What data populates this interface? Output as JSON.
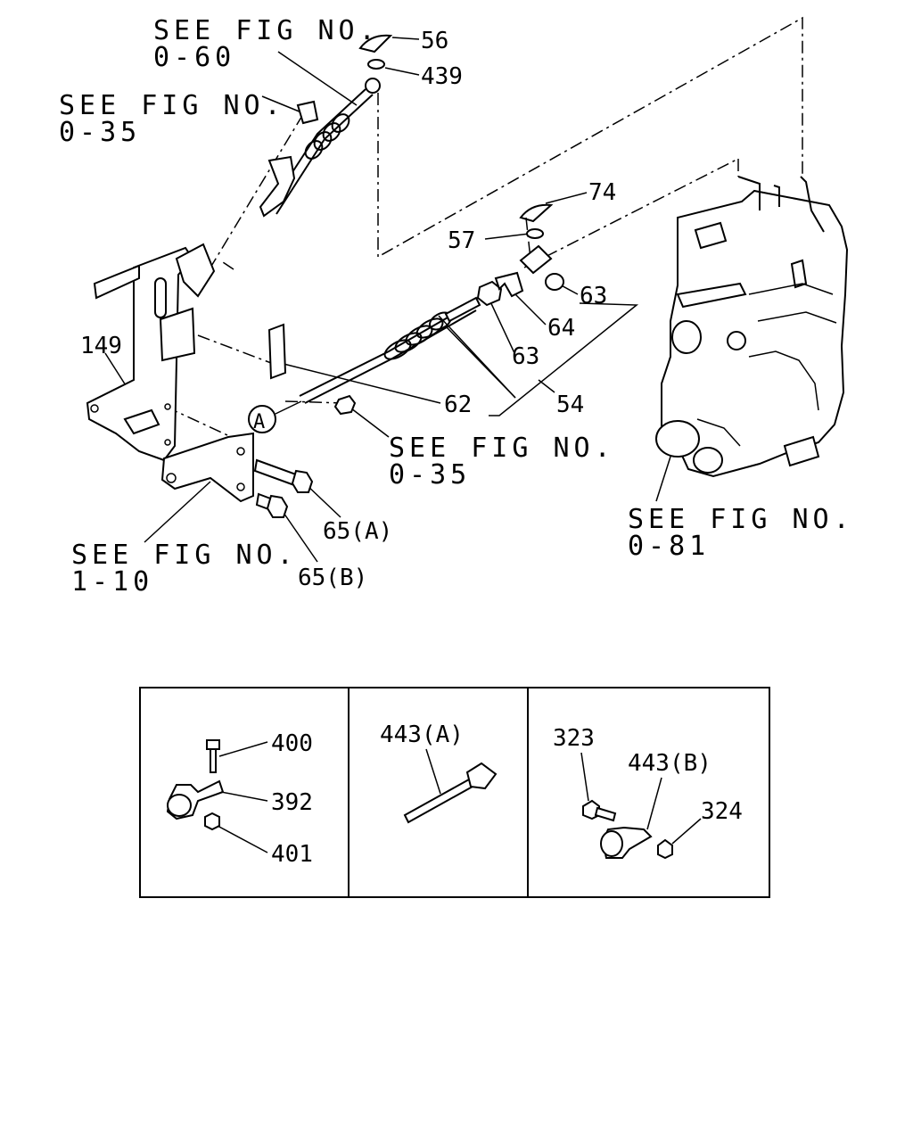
{
  "references": {
    "fig_0_60": [
      "SEE FIG NO.",
      "0-60"
    ],
    "fig_0_35_top": [
      "SEE FIG NO.",
      "0-35"
    ],
    "fig_0_35_mid": [
      "SEE FIG NO.",
      "0-35"
    ],
    "fig_0_81": [
      "SEE FIG NO.",
      "0-81"
    ],
    "fig_1_10": [
      "SEE FIG NO.",
      "1-10"
    ]
  },
  "callouts": {
    "p56": "56",
    "p439": "439",
    "p74": "74",
    "p57": "57",
    "p63a": "63",
    "p64": "64",
    "p63b": "63",
    "p54": "54",
    "p62": "62",
    "p149": "149",
    "p65a": "65(A)",
    "p65b": "65(B)",
    "marker_a": "A"
  },
  "inset_boxes": [
    {
      "labels": [
        "400",
        "392",
        "401"
      ]
    },
    {
      "labels": [
        "443(A)"
      ]
    },
    {
      "labels": [
        "323",
        "443(B)",
        "324"
      ]
    }
  ]
}
